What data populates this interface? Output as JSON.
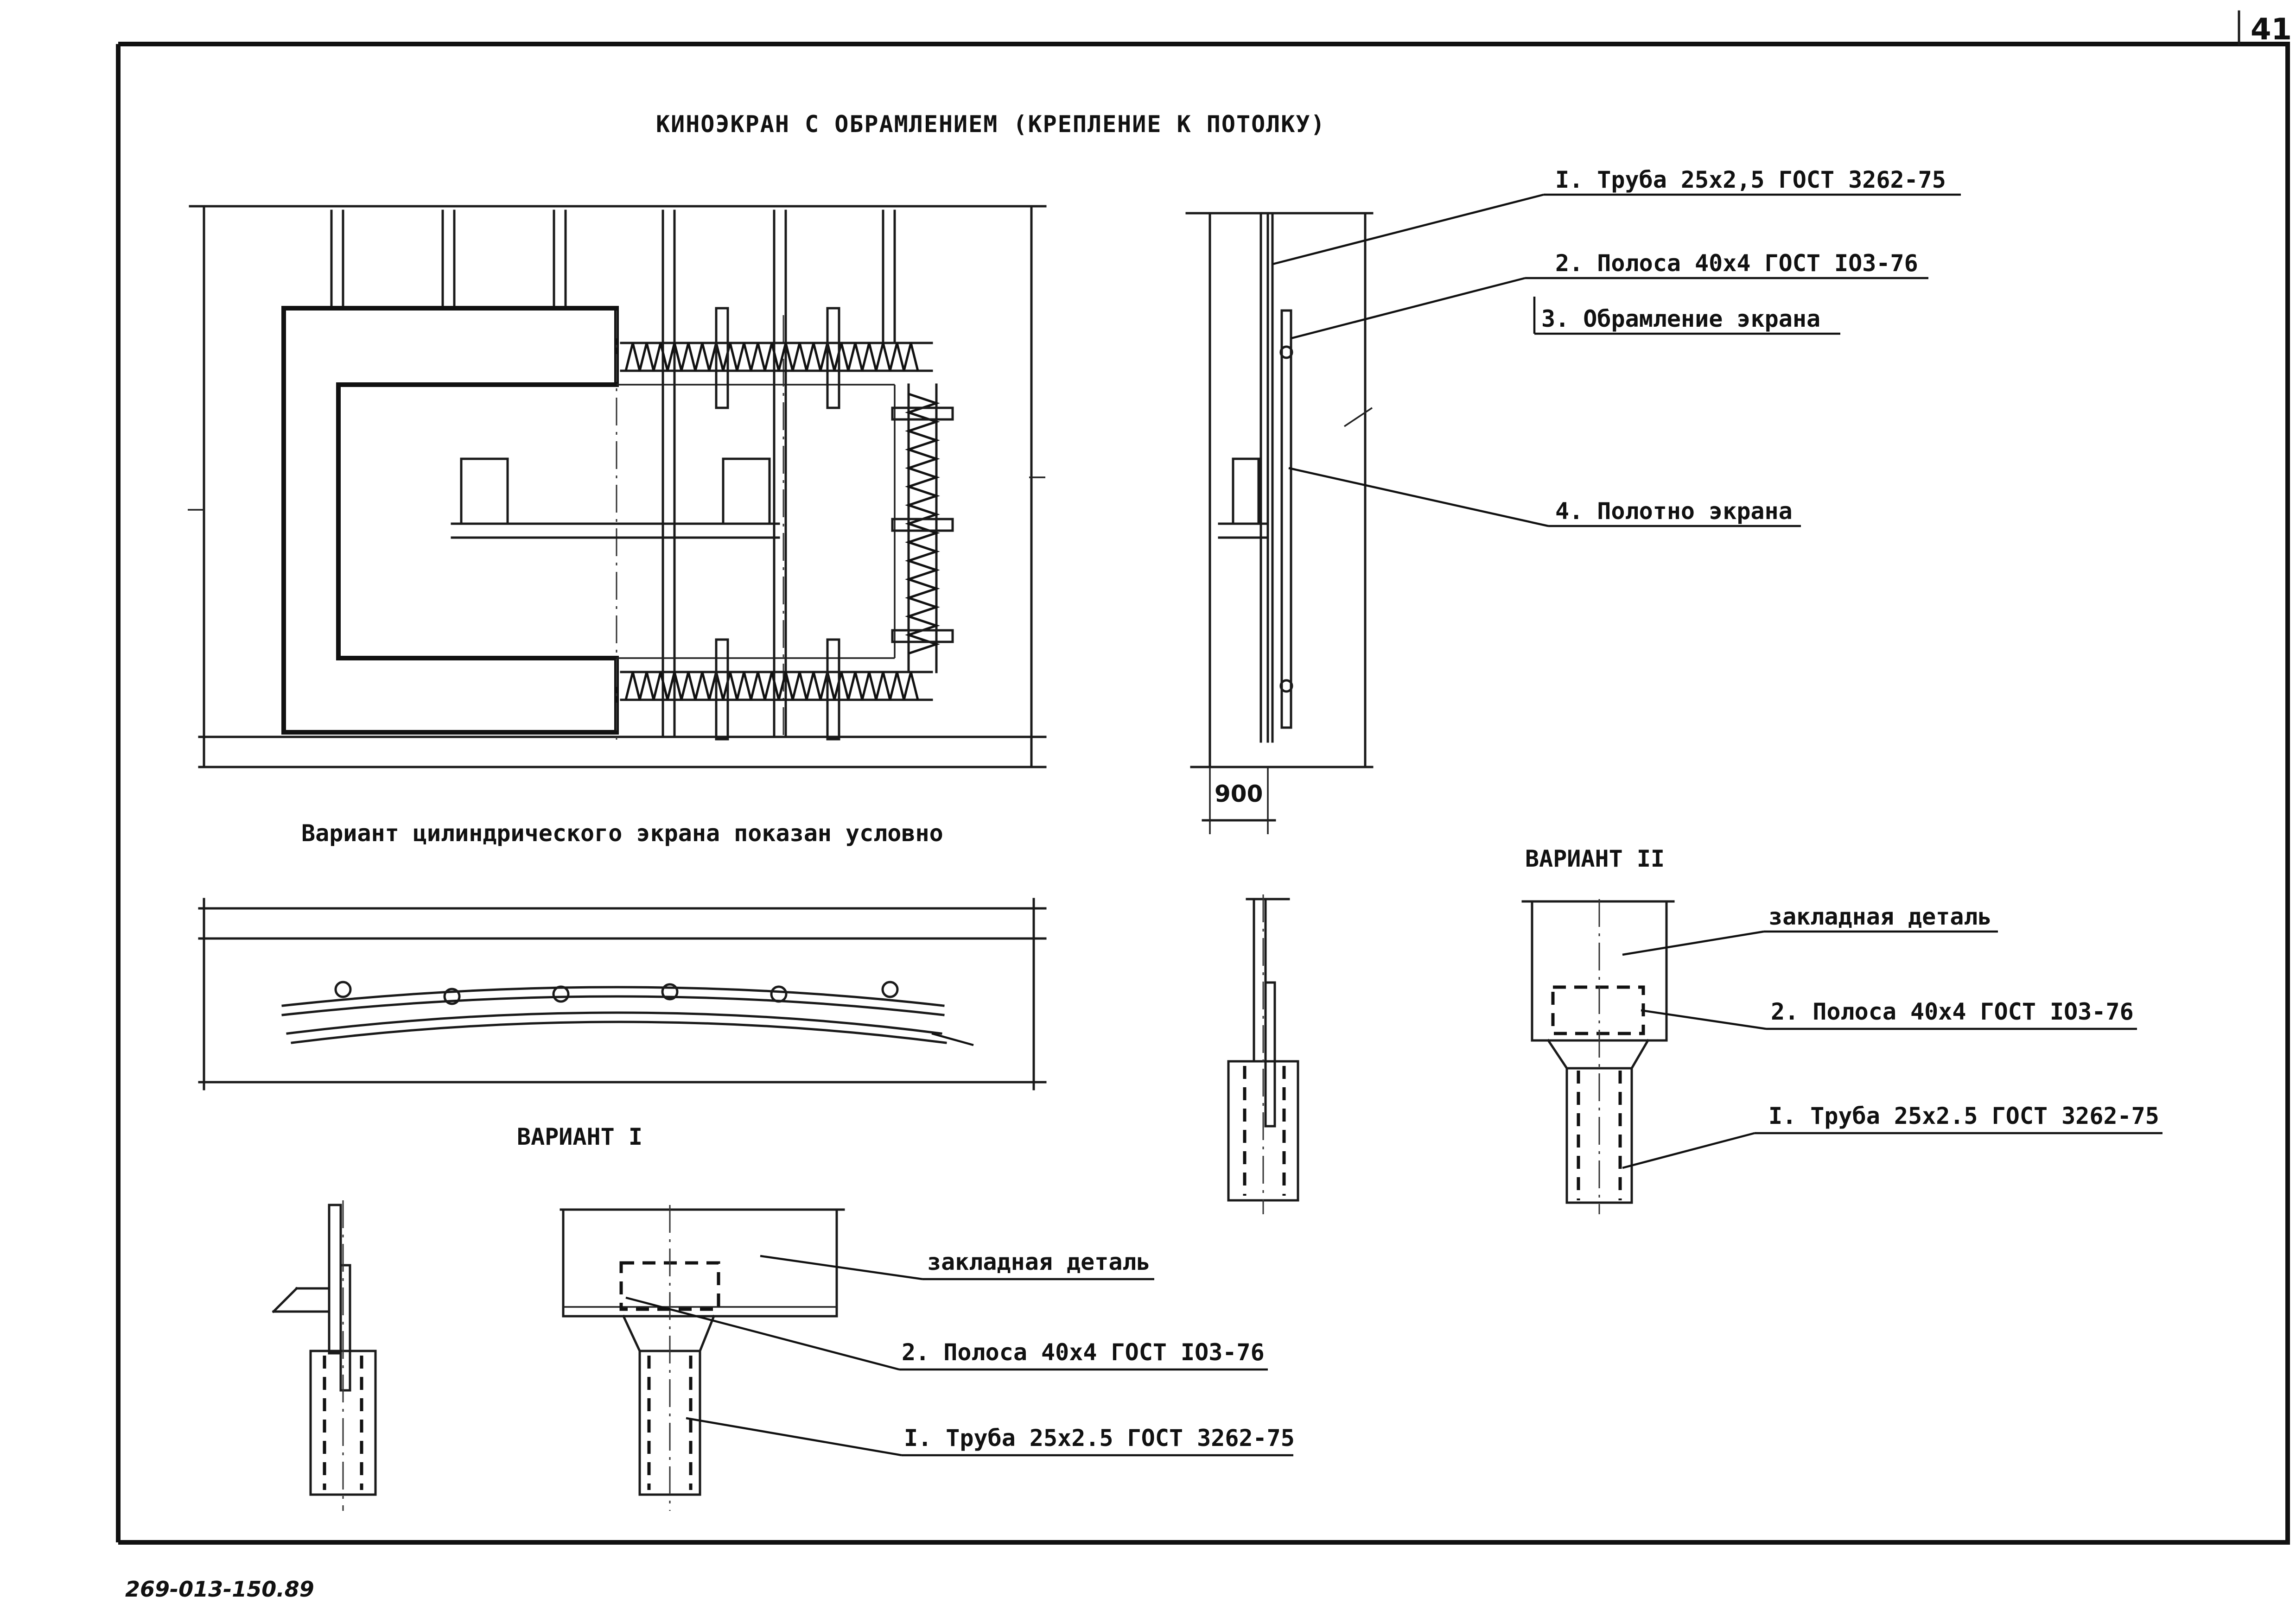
{
  "sheet_number": "41",
  "title": "КИНОЭКРАН С ОБРАМЛЕНИЕМ (КРЕПЛЕНИЕ К ПОТОЛКУ)",
  "callouts_side": {
    "item1": "I. Труба 25х2,5 ГОСТ 3262-75",
    "item2": "2. Полоса 40х4 ГОСТ IO3-76",
    "item3": "3. Обрамление экрана",
    "item4": "4. Полотно экрана"
  },
  "dimension_900": "900",
  "note_cylindrical": "Вариант цилиндрического экрана показан условно",
  "variant1": {
    "heading": "ВАРИАНТ I",
    "embedded": "закладная деталь",
    "strip": "2. Полоса 40х4 ГОСТ IO3-76",
    "pipe": "I. Труба 25х2.5 ГОСТ 3262-75"
  },
  "variant2": {
    "heading": "ВАРИАНТ II",
    "embedded": "закладная деталь",
    "strip": "2. Полоса 40х4 ГОСТ IO3-76",
    "pipe": "I. Труба 25х2.5 ГОСТ 3262-75"
  },
  "drawing_code": "269-013-150.89"
}
